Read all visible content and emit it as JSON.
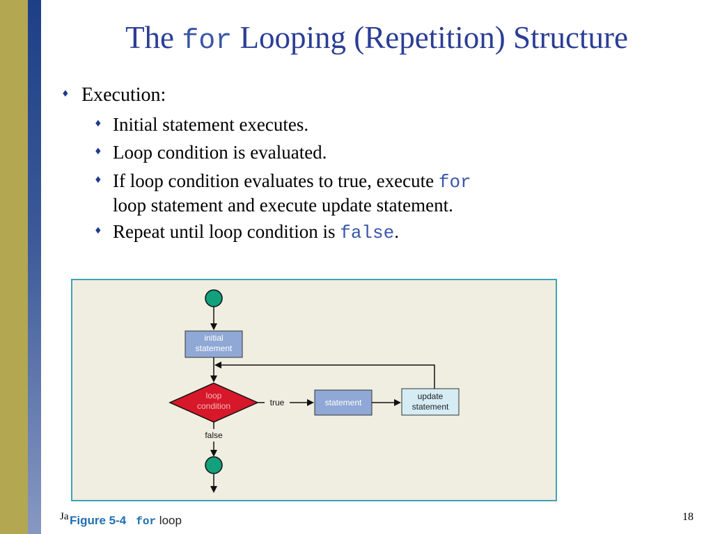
{
  "title": {
    "prefix": "The ",
    "keyword": "for",
    "suffix": " Looping (Repetition) Structure"
  },
  "bullet_glyph": "♦",
  "bullets": {
    "heading": "Execution:",
    "items": [
      {
        "text": "Initial statement executes."
      },
      {
        "text": "Loop condition is evaluated."
      },
      {
        "text": "If loop condition evaluates to true, execute ",
        "code": "for",
        "line2": "loop statement and execute update statement."
      },
      {
        "text": "Repeat until loop condition is ",
        "code": "false",
        "after": "."
      }
    ]
  },
  "diagram": {
    "initial": [
      "initial",
      "statement"
    ],
    "condition": [
      "loop",
      "condition"
    ],
    "true_label": "true",
    "false_label": "false",
    "statement": "statement",
    "update": [
      "update",
      "statement"
    ],
    "colors": {
      "terminal": "#13a07c",
      "condition": "#d6182a",
      "box": "#8fa8d6",
      "update_box": "#d5ecf4",
      "panel": "#efeee1",
      "panel_border": "#3fa2b4"
    }
  },
  "caption": {
    "figure_number": "Figure 5-4",
    "code": "for",
    "rest": " loop"
  },
  "footer": {
    "left": "Ja",
    "page_number": "18"
  }
}
